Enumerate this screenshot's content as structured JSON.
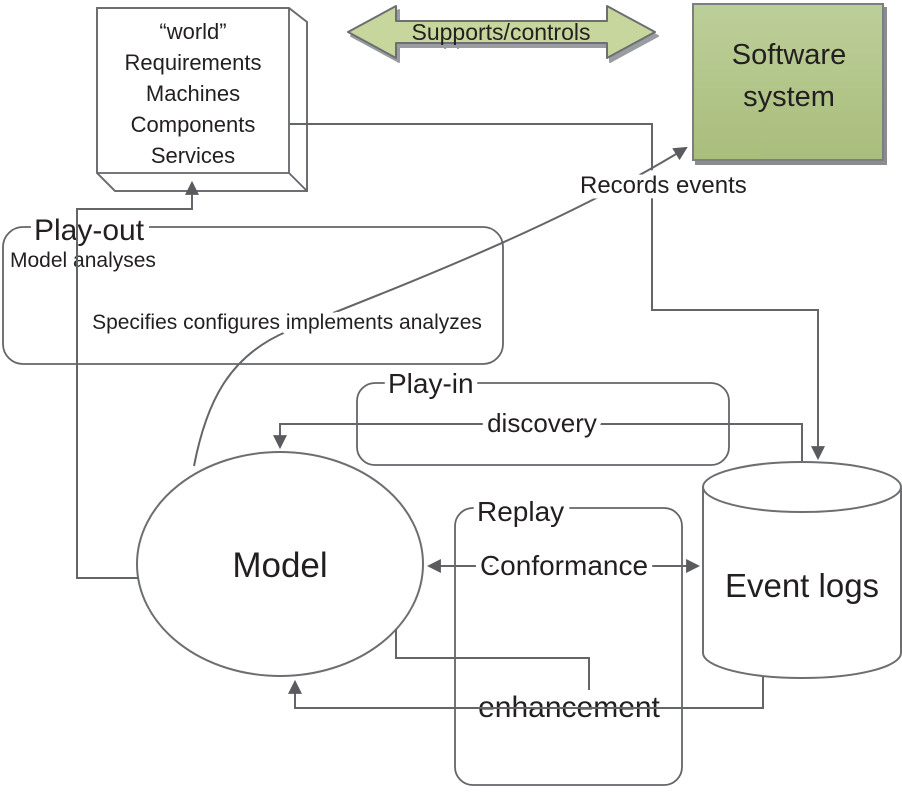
{
  "diagram": {
    "world_box": {
      "lines": [
        "“world”",
        "Requirements",
        "Machines",
        "Components",
        "Services"
      ]
    },
    "supports_controls": {
      "label": "Supports/controls"
    },
    "software_system": {
      "lines": [
        "Software",
        "system"
      ]
    },
    "records_events": {
      "label": "Records events"
    },
    "play_out": {
      "label": "Play-out",
      "sublabel": "Model analyses",
      "caption": "Specifies configures implements analyzes"
    },
    "play_in": {
      "label": "Play-in",
      "flow_label": "discovery"
    },
    "replay": {
      "label": "Replay",
      "conformance_label": "Conformance",
      "enhancement_label": "enhancement"
    },
    "model": {
      "label": "Model"
    },
    "event_logs": {
      "label": "Event logs"
    },
    "colors": {
      "green_fill": "#c6d69c",
      "green_gradient_top": "#bdcf99",
      "green_gradient_bottom": "#a9bd7c",
      "line_gray": "#636569",
      "arrowhead_gray": "#595b5e",
      "text_dark": "#231f20"
    }
  }
}
